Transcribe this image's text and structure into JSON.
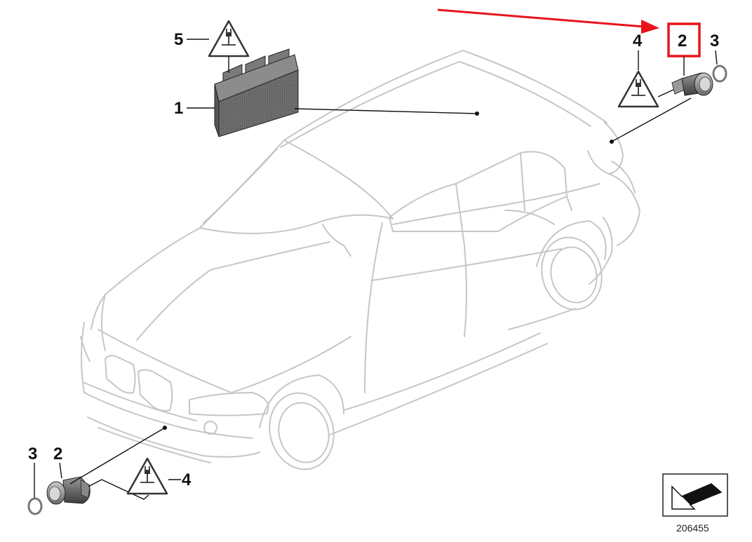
{
  "callouts": {
    "c1": "1",
    "c2_rear": "2",
    "c3_rear": "3",
    "c4_rear": "4",
    "c5": "5",
    "c2_front": "2",
    "c3_front": "3",
    "c4_front": "4"
  },
  "diagram_ref": "206455",
  "icons": {
    "warning": "electrical-connector-warning-icon",
    "direction": "direction-arrow-icon"
  },
  "colors": {
    "highlight": "#e8141c",
    "ink": "#111111",
    "car_outline": "#c6c6c6"
  }
}
